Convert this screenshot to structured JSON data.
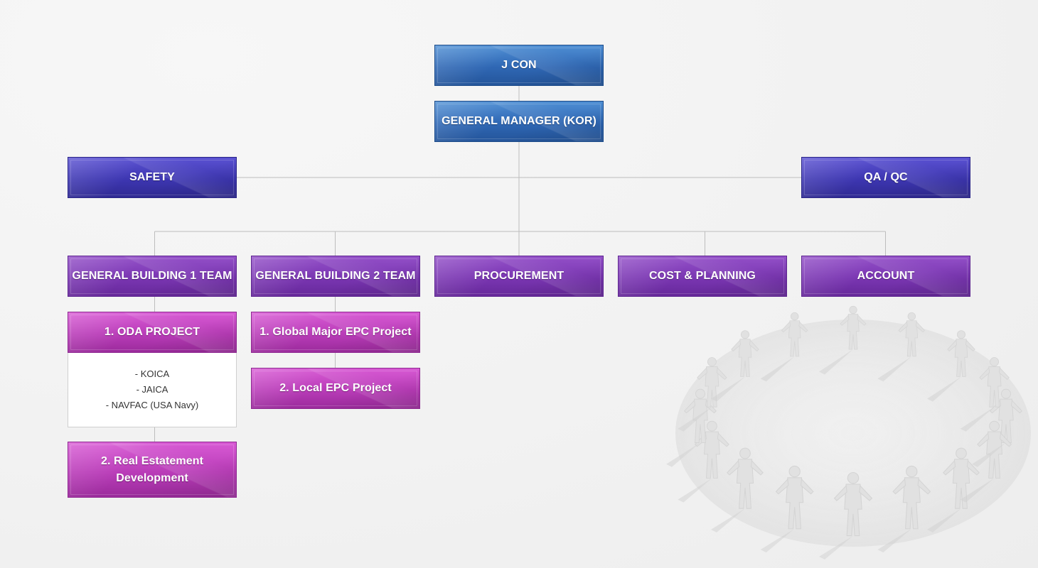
{
  "org_chart": {
    "root": "J CON",
    "general_manager": "GENERAL MANAGER (KOR)",
    "staff": {
      "left": "SAFETY",
      "right": "QA / QC"
    },
    "departments": [
      "GENERAL BUILDING 1 TEAM",
      "GENERAL BUILDING 2 TEAM",
      "PROCUREMENT",
      "COST & PLANNING",
      "ACCOUNT"
    ],
    "gb1_projects": {
      "oda": "1. ODA PROJECT",
      "oda_items": [
        "- KOICA",
        "- JAICA",
        "- NAVFAC (USA Navy)"
      ],
      "real_estate_line1": "2. Real Estatement",
      "real_estate_line2": "Development"
    },
    "gb2_projects": {
      "global": "1. Global Major EPC Project",
      "local": "2. Local EPC Project"
    }
  },
  "colors": {
    "top_level_blue": "#2f67b4",
    "staff_indigo": "#3d36b1",
    "department_violet": "#7a36b2",
    "project_magenta": "#b93cb8",
    "connector_gray": "#bdbdbd",
    "background": "#f1f1f1"
  },
  "decoration": {
    "background_image": "paper-people-ring-icon"
  }
}
